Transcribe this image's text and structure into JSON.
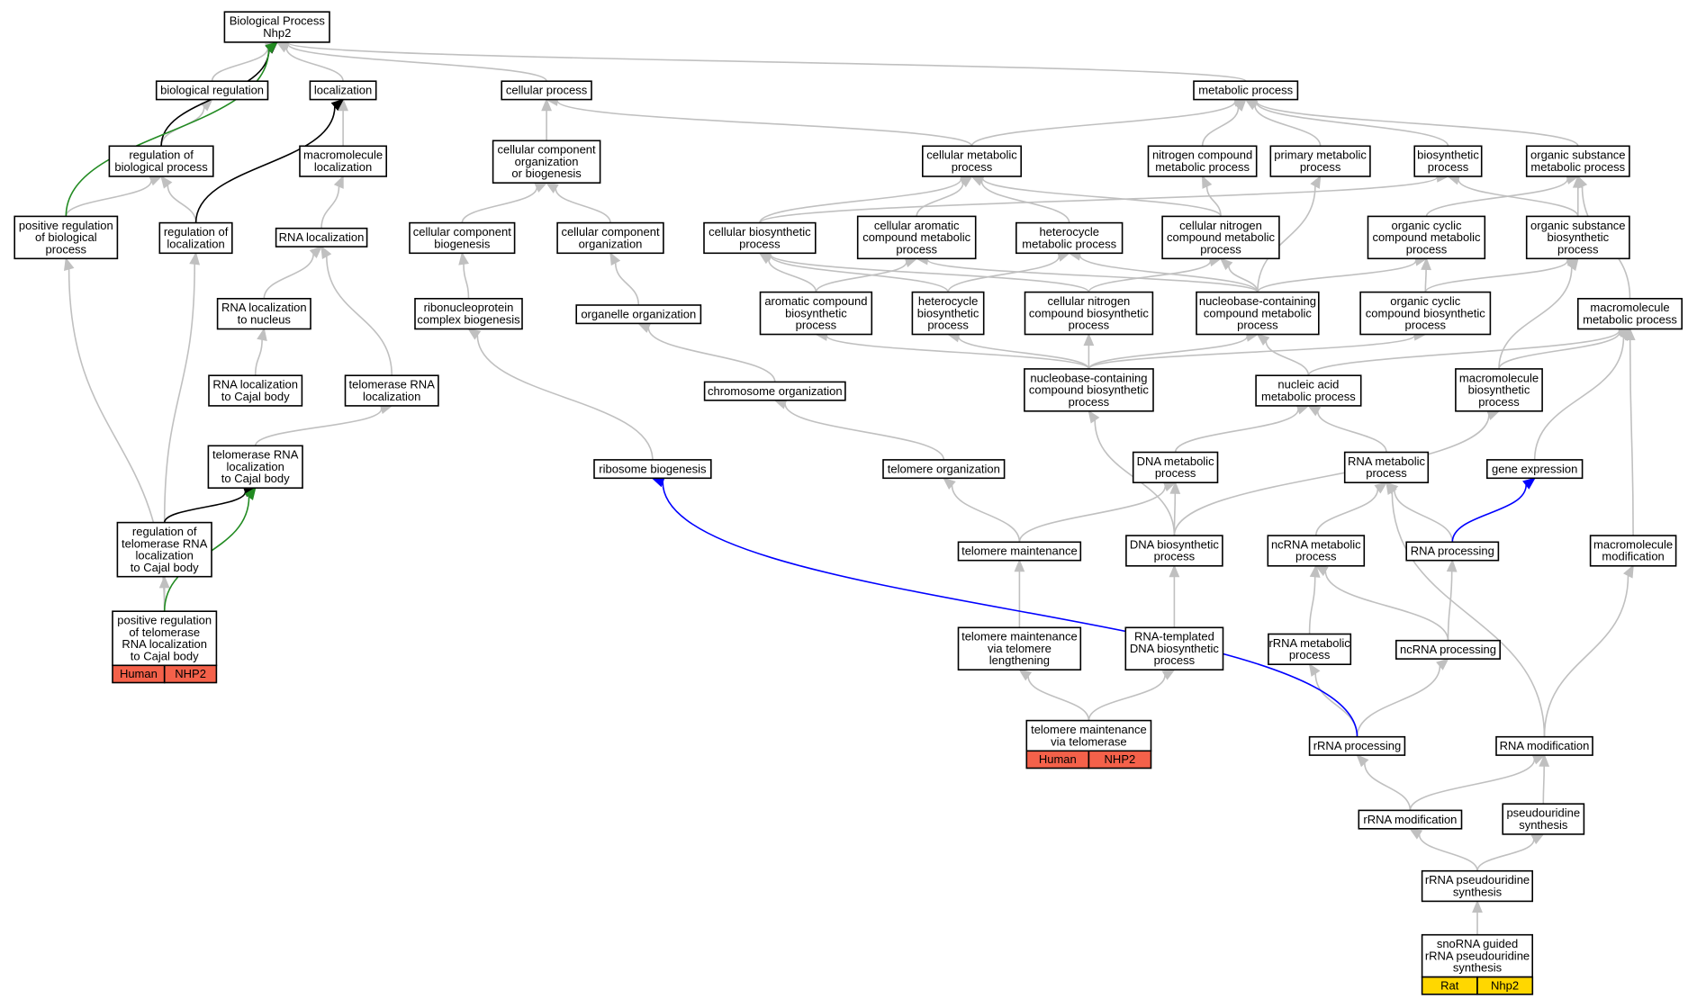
{
  "root": {
    "line1": "Biological Process",
    "line2": "Nhp2"
  },
  "colors": {
    "edge_default": "#c0c0c0",
    "edge_black": "#000000",
    "edge_green": "#228b22",
    "edge_blue": "#0000ff",
    "tag_human": "#f4614a",
    "tag_rat": "#ffd700"
  },
  "nodes": [
    {
      "id": "bp",
      "lines": [
        "Biological Process",
        "Nhp2"
      ]
    },
    {
      "id": "bioreg",
      "lines": [
        "biological regulation"
      ]
    },
    {
      "id": "loc",
      "lines": [
        "localization"
      ]
    },
    {
      "id": "cellproc",
      "lines": [
        "cellular process"
      ]
    },
    {
      "id": "metab",
      "lines": [
        "metabolic process"
      ]
    },
    {
      "id": "regbp",
      "lines": [
        "regulation of",
        "biological process"
      ]
    },
    {
      "id": "macroloc",
      "lines": [
        "macromolecule",
        "localization"
      ]
    },
    {
      "id": "ccob",
      "lines": [
        "cellular component",
        "organization",
        "or biogenesis"
      ]
    },
    {
      "id": "cellmetab",
      "lines": [
        "cellular metabolic",
        "process"
      ]
    },
    {
      "id": "nitrometab",
      "lines": [
        "nitrogen compound",
        "metabolic process"
      ]
    },
    {
      "id": "primmetab",
      "lines": [
        "primary metabolic",
        "process"
      ]
    },
    {
      "id": "biosyn",
      "lines": [
        "biosynthetic",
        "process"
      ]
    },
    {
      "id": "orgsubmetab",
      "lines": [
        "organic substance",
        "metabolic process"
      ]
    },
    {
      "id": "posregbp",
      "lines": [
        "positive regulation",
        "of biological",
        "process"
      ]
    },
    {
      "id": "regloc",
      "lines": [
        "regulation of",
        "localization"
      ]
    },
    {
      "id": "rnaloc",
      "lines": [
        "RNA localization"
      ]
    },
    {
      "id": "ccbiogen",
      "lines": [
        "cellular component",
        "biogenesis"
      ]
    },
    {
      "id": "ccorg",
      "lines": [
        "cellular component",
        "organization"
      ]
    },
    {
      "id": "cellbiosyn",
      "lines": [
        "cellular biosynthetic",
        "process"
      ]
    },
    {
      "id": "cellaromatic",
      "lines": [
        "cellular aromatic",
        "compound metabolic",
        "process"
      ]
    },
    {
      "id": "hetmetab",
      "lines": [
        "heterocycle",
        "metabolic process"
      ]
    },
    {
      "id": "cellnitro",
      "lines": [
        "cellular nitrogen",
        "compound metabolic",
        "process"
      ]
    },
    {
      "id": "orgcyclic",
      "lines": [
        "organic cyclic",
        "compound metabolic",
        "process"
      ]
    },
    {
      "id": "orgsubbiosyn",
      "lines": [
        "organic substance",
        "biosynthetic",
        "process"
      ]
    },
    {
      "id": "rnalocnuc",
      "lines": [
        "RNA localization",
        "to nucleus"
      ]
    },
    {
      "id": "ribocomplex",
      "lines": [
        "ribonucleoprotein",
        "complex biogenesis"
      ]
    },
    {
      "id": "organelle",
      "lines": [
        "organelle organization"
      ]
    },
    {
      "id": "aromaticbiosyn",
      "lines": [
        "aromatic compound",
        "biosynthetic",
        "process"
      ]
    },
    {
      "id": "hetbiosyn",
      "lines": [
        "heterocycle",
        "biosynthetic",
        "process"
      ]
    },
    {
      "id": "cellnitrobiosyn",
      "lines": [
        "cellular nitrogen",
        "compound biosynthetic",
        "process"
      ]
    },
    {
      "id": "nucbasemetab",
      "lines": [
        "nucleobase-containing",
        "compound metabolic",
        "process"
      ]
    },
    {
      "id": "orgcyclicbiosyn",
      "lines": [
        "organic cyclic",
        "compound biosynthetic",
        "process"
      ]
    },
    {
      "id": "macrometab",
      "lines": [
        "macromolecule",
        "metabolic process"
      ]
    },
    {
      "id": "rnaloccajal",
      "lines": [
        "RNA localization",
        "to Cajal body"
      ]
    },
    {
      "id": "telrnaloc",
      "lines": [
        "telomerase RNA",
        "localization"
      ]
    },
    {
      "id": "chromorg",
      "lines": [
        "chromosome organization"
      ]
    },
    {
      "id": "nucbasebiosyn",
      "lines": [
        "nucleobase-containing",
        "compound biosynthetic",
        "process"
      ]
    },
    {
      "id": "nucacid",
      "lines": [
        "nucleic acid",
        "metabolic process"
      ]
    },
    {
      "id": "macrobiosyn",
      "lines": [
        "macromolecule",
        "biosynthetic",
        "process"
      ]
    },
    {
      "id": "telrnaloccajal",
      "lines": [
        "telomerase RNA",
        "localization",
        "to Cajal body"
      ]
    },
    {
      "id": "ribobiogen",
      "lines": [
        "ribosome biogenesis"
      ]
    },
    {
      "id": "telorg",
      "lines": [
        "telomere organization"
      ]
    },
    {
      "id": "dnametab",
      "lines": [
        "DNA metabolic",
        "process"
      ]
    },
    {
      "id": "rnametab",
      "lines": [
        "RNA metabolic",
        "process"
      ]
    },
    {
      "id": "geneexpr",
      "lines": [
        "gene expression"
      ]
    },
    {
      "id": "regtelrna",
      "lines": [
        "regulation of",
        "telomerase RNA",
        "localization",
        "to Cajal body"
      ]
    },
    {
      "id": "telmaint",
      "lines": [
        "telomere maintenance"
      ]
    },
    {
      "id": "dnabiosyn",
      "lines": [
        "DNA biosynthetic",
        "process"
      ]
    },
    {
      "id": "ncrnametab",
      "lines": [
        "ncRNA metabolic",
        "process"
      ]
    },
    {
      "id": "rnaproc",
      "lines": [
        "RNA processing"
      ]
    },
    {
      "id": "macromod",
      "lines": [
        "macromolecule",
        "modification"
      ]
    },
    {
      "id": "posregtel",
      "lines": [
        "positive regulation",
        "of telomerase",
        "RNA localization",
        "to Cajal body"
      ],
      "tags": [
        "Human",
        "NHP2"
      ]
    },
    {
      "id": "telmaintlen",
      "lines": [
        "telomere maintenance",
        "via telomere",
        "lengthening"
      ]
    },
    {
      "id": "rnatempl",
      "lines": [
        "RNA-templated",
        "DNA biosynthetic",
        "process"
      ]
    },
    {
      "id": "rrnametab",
      "lines": [
        "rRNA metabolic",
        "process"
      ]
    },
    {
      "id": "ncrnaproc",
      "lines": [
        "ncRNA processing"
      ]
    },
    {
      "id": "telmainttel",
      "lines": [
        "telomere maintenance",
        "via telomerase"
      ],
      "tags": [
        "Human",
        "NHP2"
      ]
    },
    {
      "id": "rrnaproc",
      "lines": [
        "rRNA processing"
      ]
    },
    {
      "id": "rnamod",
      "lines": [
        "RNA modification"
      ]
    },
    {
      "id": "rrnamod",
      "lines": [
        "rRNA modification"
      ]
    },
    {
      "id": "pseudo",
      "lines": [
        "pseudouridine",
        "synthesis"
      ]
    },
    {
      "id": "rrnapseudo",
      "lines": [
        "rRNA pseudouridine",
        "synthesis"
      ]
    },
    {
      "id": "snorna",
      "lines": [
        "snoRNA guided",
        "rRNA pseudouridine",
        "synthesis"
      ],
      "tags": [
        "Rat",
        "Nhp2"
      ]
    }
  ]
}
